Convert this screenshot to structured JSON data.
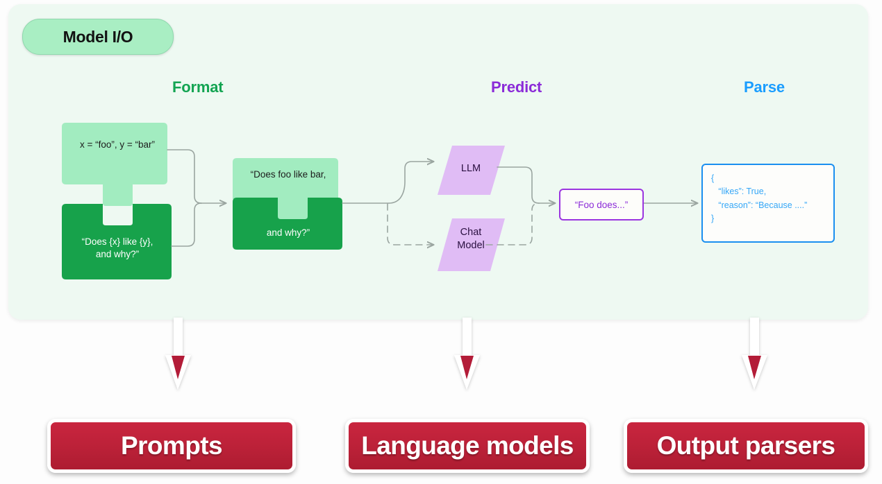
{
  "panel": {
    "badge_label": "Model I/O"
  },
  "headers": {
    "format": "Format",
    "predict": "Predict",
    "parse": "Parse"
  },
  "format_stage": {
    "variables_piece": "x = “foo”, y = “bar”",
    "template_piece": "“Does {x} like {y},\nand why?”",
    "filled_top": "“Does foo like bar,",
    "filled_bottom": "and why?”"
  },
  "predict_stage": {
    "llm_label": "LLM",
    "chat_model_label": "Chat\nModel",
    "completion_box": "“Foo does...”"
  },
  "parse_stage": {
    "json_lines": [
      "{",
      "   “likes”: True,",
      "   “reason”: “Because ....”",
      "}"
    ]
  },
  "bottom_buttons": [
    {
      "label": "Prompts"
    },
    {
      "label": "Language models"
    },
    {
      "label": "Output parsers"
    }
  ],
  "colors": {
    "panel_background": "#eef9f2",
    "badge_green": "#a9eec3",
    "format_header": "#13a452",
    "predict_header": "#8b2bd8",
    "parse_header": "#1a9dff",
    "puzzle_light_green": "#a2ecc0",
    "puzzle_dark_green": "#17a24b",
    "parallelogram_purple": "#e0bcf5",
    "completion_border": "#9b35e0",
    "json_border": "#1a8ff0",
    "button_red": "#bb2138",
    "connector_gray": "#9aa5a0",
    "arrow_red": "#b31d38"
  }
}
